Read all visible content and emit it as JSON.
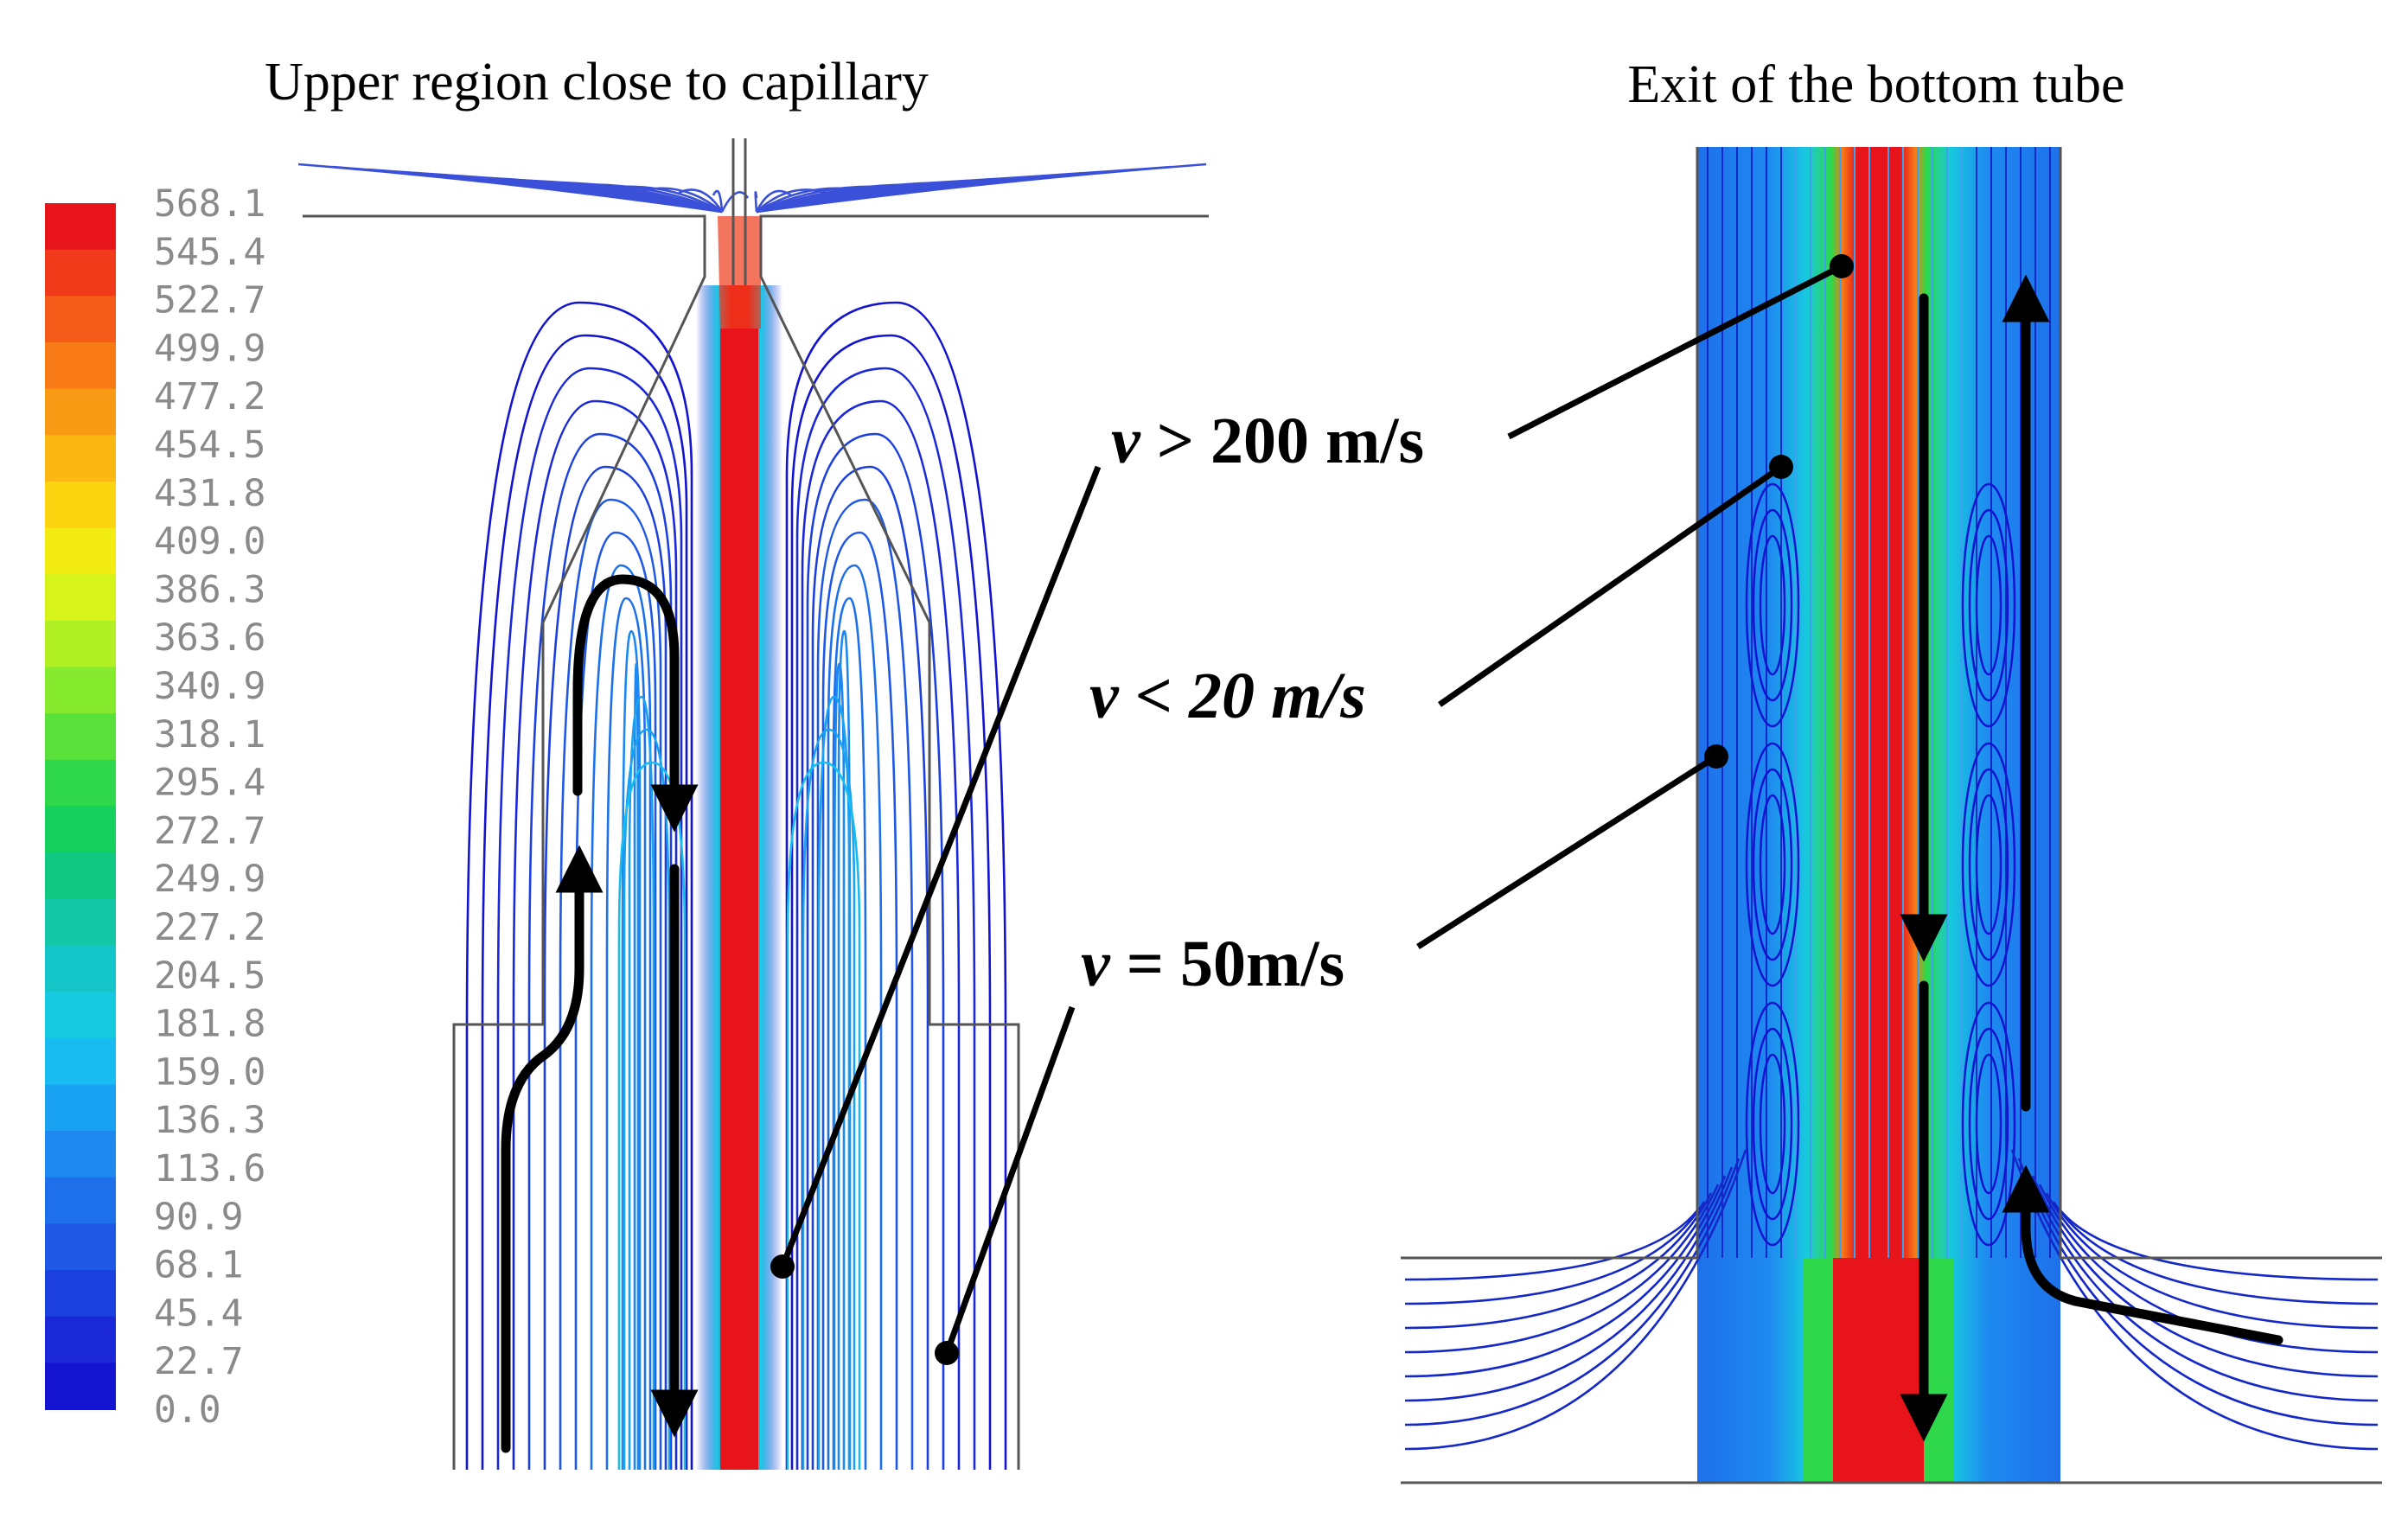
{
  "titles": {
    "left": "Upper region close to capillary",
    "right": "Exit of the bottom tube"
  },
  "colorbar": {
    "labels": [
      "568.1",
      "545.4",
      "522.7",
      "499.9",
      "477.2",
      "454.5",
      "431.8",
      "409.0",
      "386.3",
      "363.6",
      "340.9",
      "318.1",
      "295.4",
      "272.7",
      "249.9",
      "227.2",
      "204.5",
      "181.8",
      "159.0",
      "136.3",
      "113.6",
      "90.9",
      "68.1",
      "45.4",
      "22.7",
      "0.0"
    ],
    "colors": [
      "#e8141c",
      "#f03a1a",
      "#f45a18",
      "#f77a16",
      "#f99a14",
      "#fbb812",
      "#fcd410",
      "#f2ec12",
      "#d6f41a",
      "#b0f024",
      "#86ea2e",
      "#5ae03a",
      "#2ed84a",
      "#16d05e",
      "#10c882",
      "#12c6a6",
      "#14c6c8",
      "#16cae2",
      "#18bcf0",
      "#1aa2f2",
      "#1c88f0",
      "#1e70ea",
      "#1e58e4",
      "#1c40de",
      "#1a28d8",
      "#1414d0"
    ]
  },
  "annotations": {
    "v_gt_200": {
      "symbol": "v",
      "text": " > 200 m/s"
    },
    "v_lt_20": {
      "symbol": "v",
      "text": " < 20 m/s"
    },
    "v_eq_50": {
      "symbol": "v",
      "text": " = 50m/s"
    }
  },
  "colors": {
    "jet_core": "#e8141c",
    "low_speed": "#1414d0",
    "mid_speed": "#18bcf0"
  }
}
